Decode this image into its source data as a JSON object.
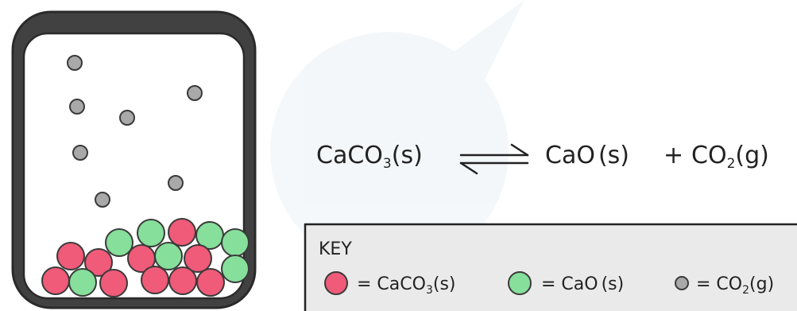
{
  "colors": {
    "caco3": "#ef5b78",
    "cao": "#86df9b",
    "co2": "#a9a9a9",
    "outline": "#3a3a3a",
    "key_bg": "#eaeaea"
  },
  "equation": {
    "reactant": {
      "formula": "CaCO",
      "sub": "3",
      "state": "(s)"
    },
    "arrow": "equilibrium-arrows",
    "product1": {
      "formula": "CaO",
      "state": "(s)"
    },
    "plus": "+",
    "product2": {
      "formula": "CO",
      "sub": "2",
      "state": "(g)"
    }
  },
  "key": {
    "title": "KEY",
    "items": [
      {
        "eq": "= CaCO",
        "sub": "3",
        "state": "(s)",
        "color_ref": "caco3"
      },
      {
        "eq": "= CaO",
        "sub": "",
        "state": "(s)",
        "color_ref": "cao"
      },
      {
        "eq": "= CO",
        "sub": "2",
        "state": "(g)",
        "color_ref": "co2"
      }
    ]
  }
}
